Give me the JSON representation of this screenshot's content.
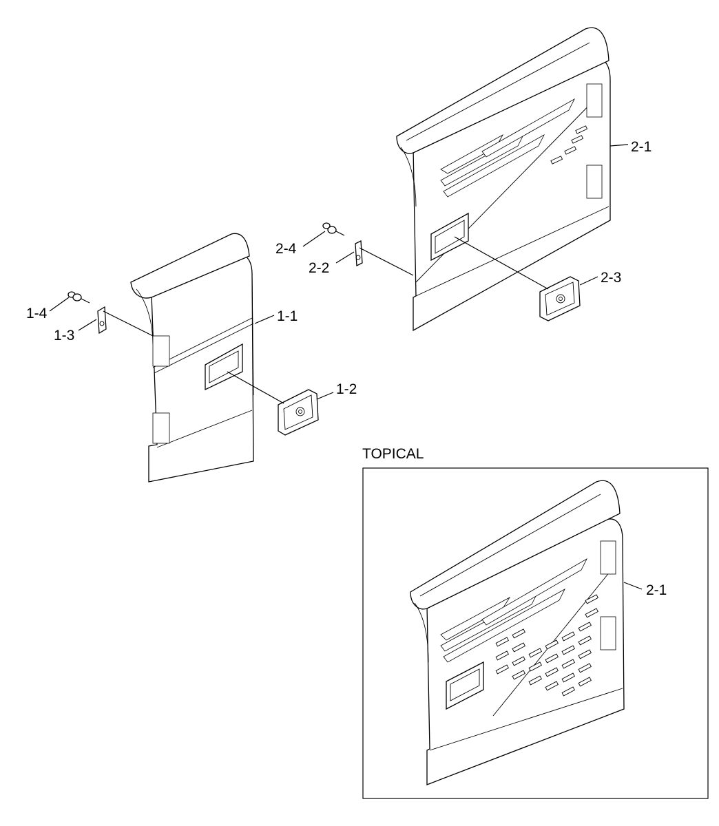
{
  "labels": {
    "p1_1": "1-1",
    "p1_2": "1-2",
    "p1_3": "1-3",
    "p1_4": "1-4",
    "p2_1": "2-1",
    "p2_2": "2-2",
    "p2_3": "2-3",
    "p2_4": "2-4",
    "inset_title": "TOPICAL",
    "inset_p2_1": "2-1"
  }
}
